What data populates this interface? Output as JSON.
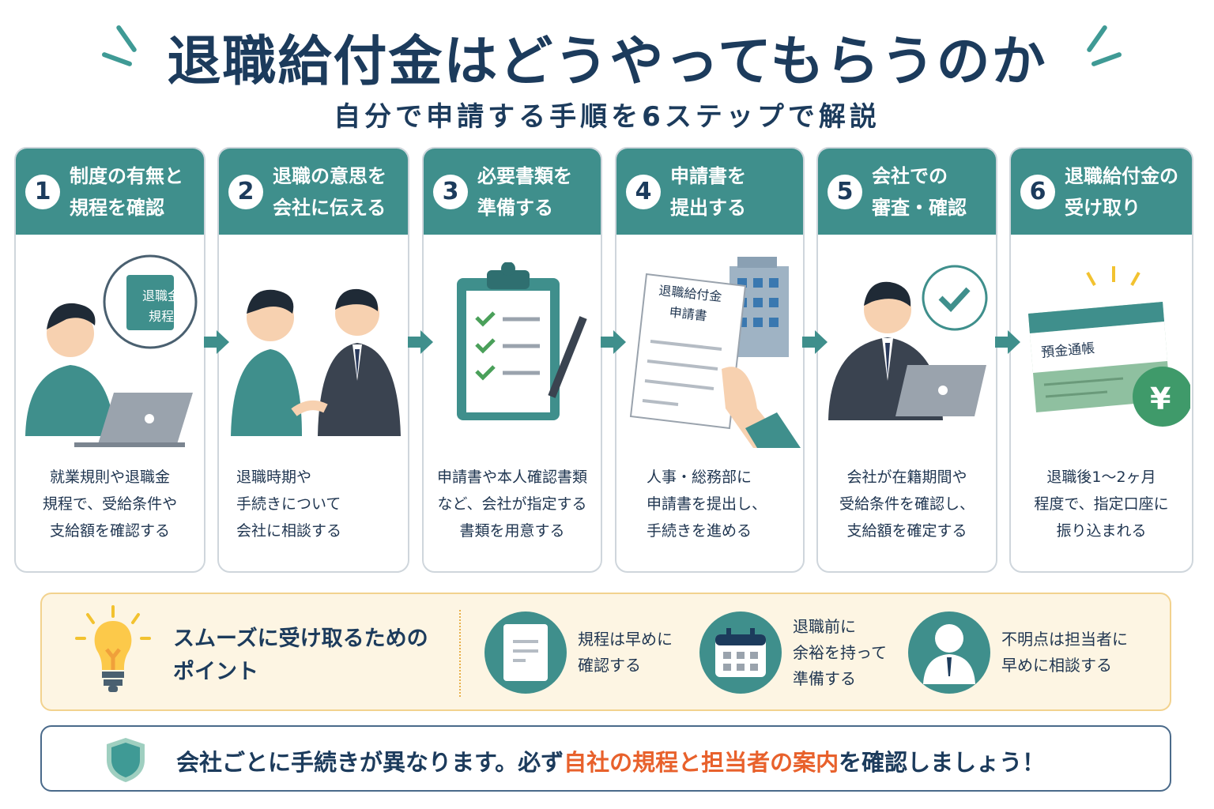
{
  "title": "退職給付金はどうやってもらうのか",
  "subtitle": "自分で申請する手順を6ステップで解説",
  "colors": {
    "teal": "#3f8f8c",
    "navy": "#1c3b5c",
    "accent": "#e8612c",
    "tips_bg": "#fdf5e3"
  },
  "steps": [
    {
      "num": "1",
      "title_l1": "制度の有無と",
      "title_l2": "規程を確認",
      "desc": [
        "就業規則や退職金",
        "規程で、受給条件や",
        "支給額を確認する"
      ],
      "illus_label": [
        "退職金",
        "規程"
      ]
    },
    {
      "num": "2",
      "title_l1": "退職の意思を",
      "title_l2": "会社に伝える",
      "desc": [
        "退職時期や",
        "手続きについて",
        "会社に相談する"
      ]
    },
    {
      "num": "3",
      "title_l1": "必要書類を",
      "title_l2": "準備する",
      "desc": [
        "申請書や本人確認書類",
        "など、会社が指定する",
        "書類を用意する"
      ]
    },
    {
      "num": "4",
      "title_l1": "申請書を",
      "title_l2": "提出する",
      "desc": [
        "人事・総務部に",
        "申請書を提出し、",
        "手続きを進める"
      ],
      "illus_label": [
        "退職給付金",
        "申請書"
      ]
    },
    {
      "num": "5",
      "title_l1": "会社での",
      "title_l2": "審査・確認",
      "desc": [
        "会社が在籍期間や",
        "受給条件を確認し、",
        "支給額を確定する"
      ]
    },
    {
      "num": "6",
      "title_l1": "退職給付金の",
      "title_l2": "受け取り",
      "desc": [
        "退職後1〜2ヶ月",
        "程度で、指定口座に",
        "振り込まれる"
      ],
      "illus_label": [
        "預金通帳",
        "¥"
      ]
    }
  ],
  "tips": {
    "title_l1": "スムーズに受け取るための",
    "title_l2": "ポイント",
    "items": [
      {
        "icon": "document-icon",
        "lines": [
          "規程は早めに",
          "確認する"
        ]
      },
      {
        "icon": "calendar-icon",
        "lines": [
          "退職前に",
          "余裕を持って",
          "準備する"
        ]
      },
      {
        "icon": "person-icon",
        "lines": [
          "不明点は担当者に",
          "早めに相談する"
        ]
      }
    ]
  },
  "note": {
    "pre": "会社ごとに手続きが異なります。必ず",
    "highlight": "自社の規程と担当者の案内",
    "post": "を確認しましょう！"
  }
}
